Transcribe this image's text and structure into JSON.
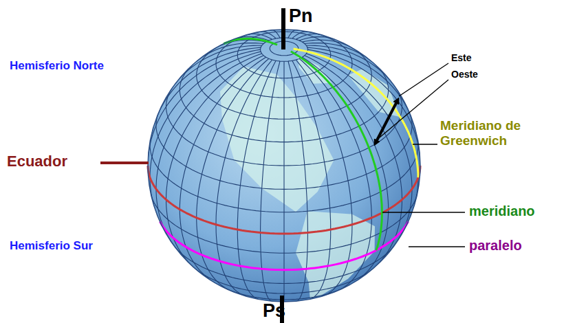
{
  "diagram": {
    "labels": [
      "Pn",
      "Hemisferio Norte",
      "Este",
      "Oeste",
      "Meridiano de Greenwich",
      "Ecuador",
      "meridiano",
      "paralelo",
      "Hemisferio Sur",
      "Ps"
    ]
  }
}
